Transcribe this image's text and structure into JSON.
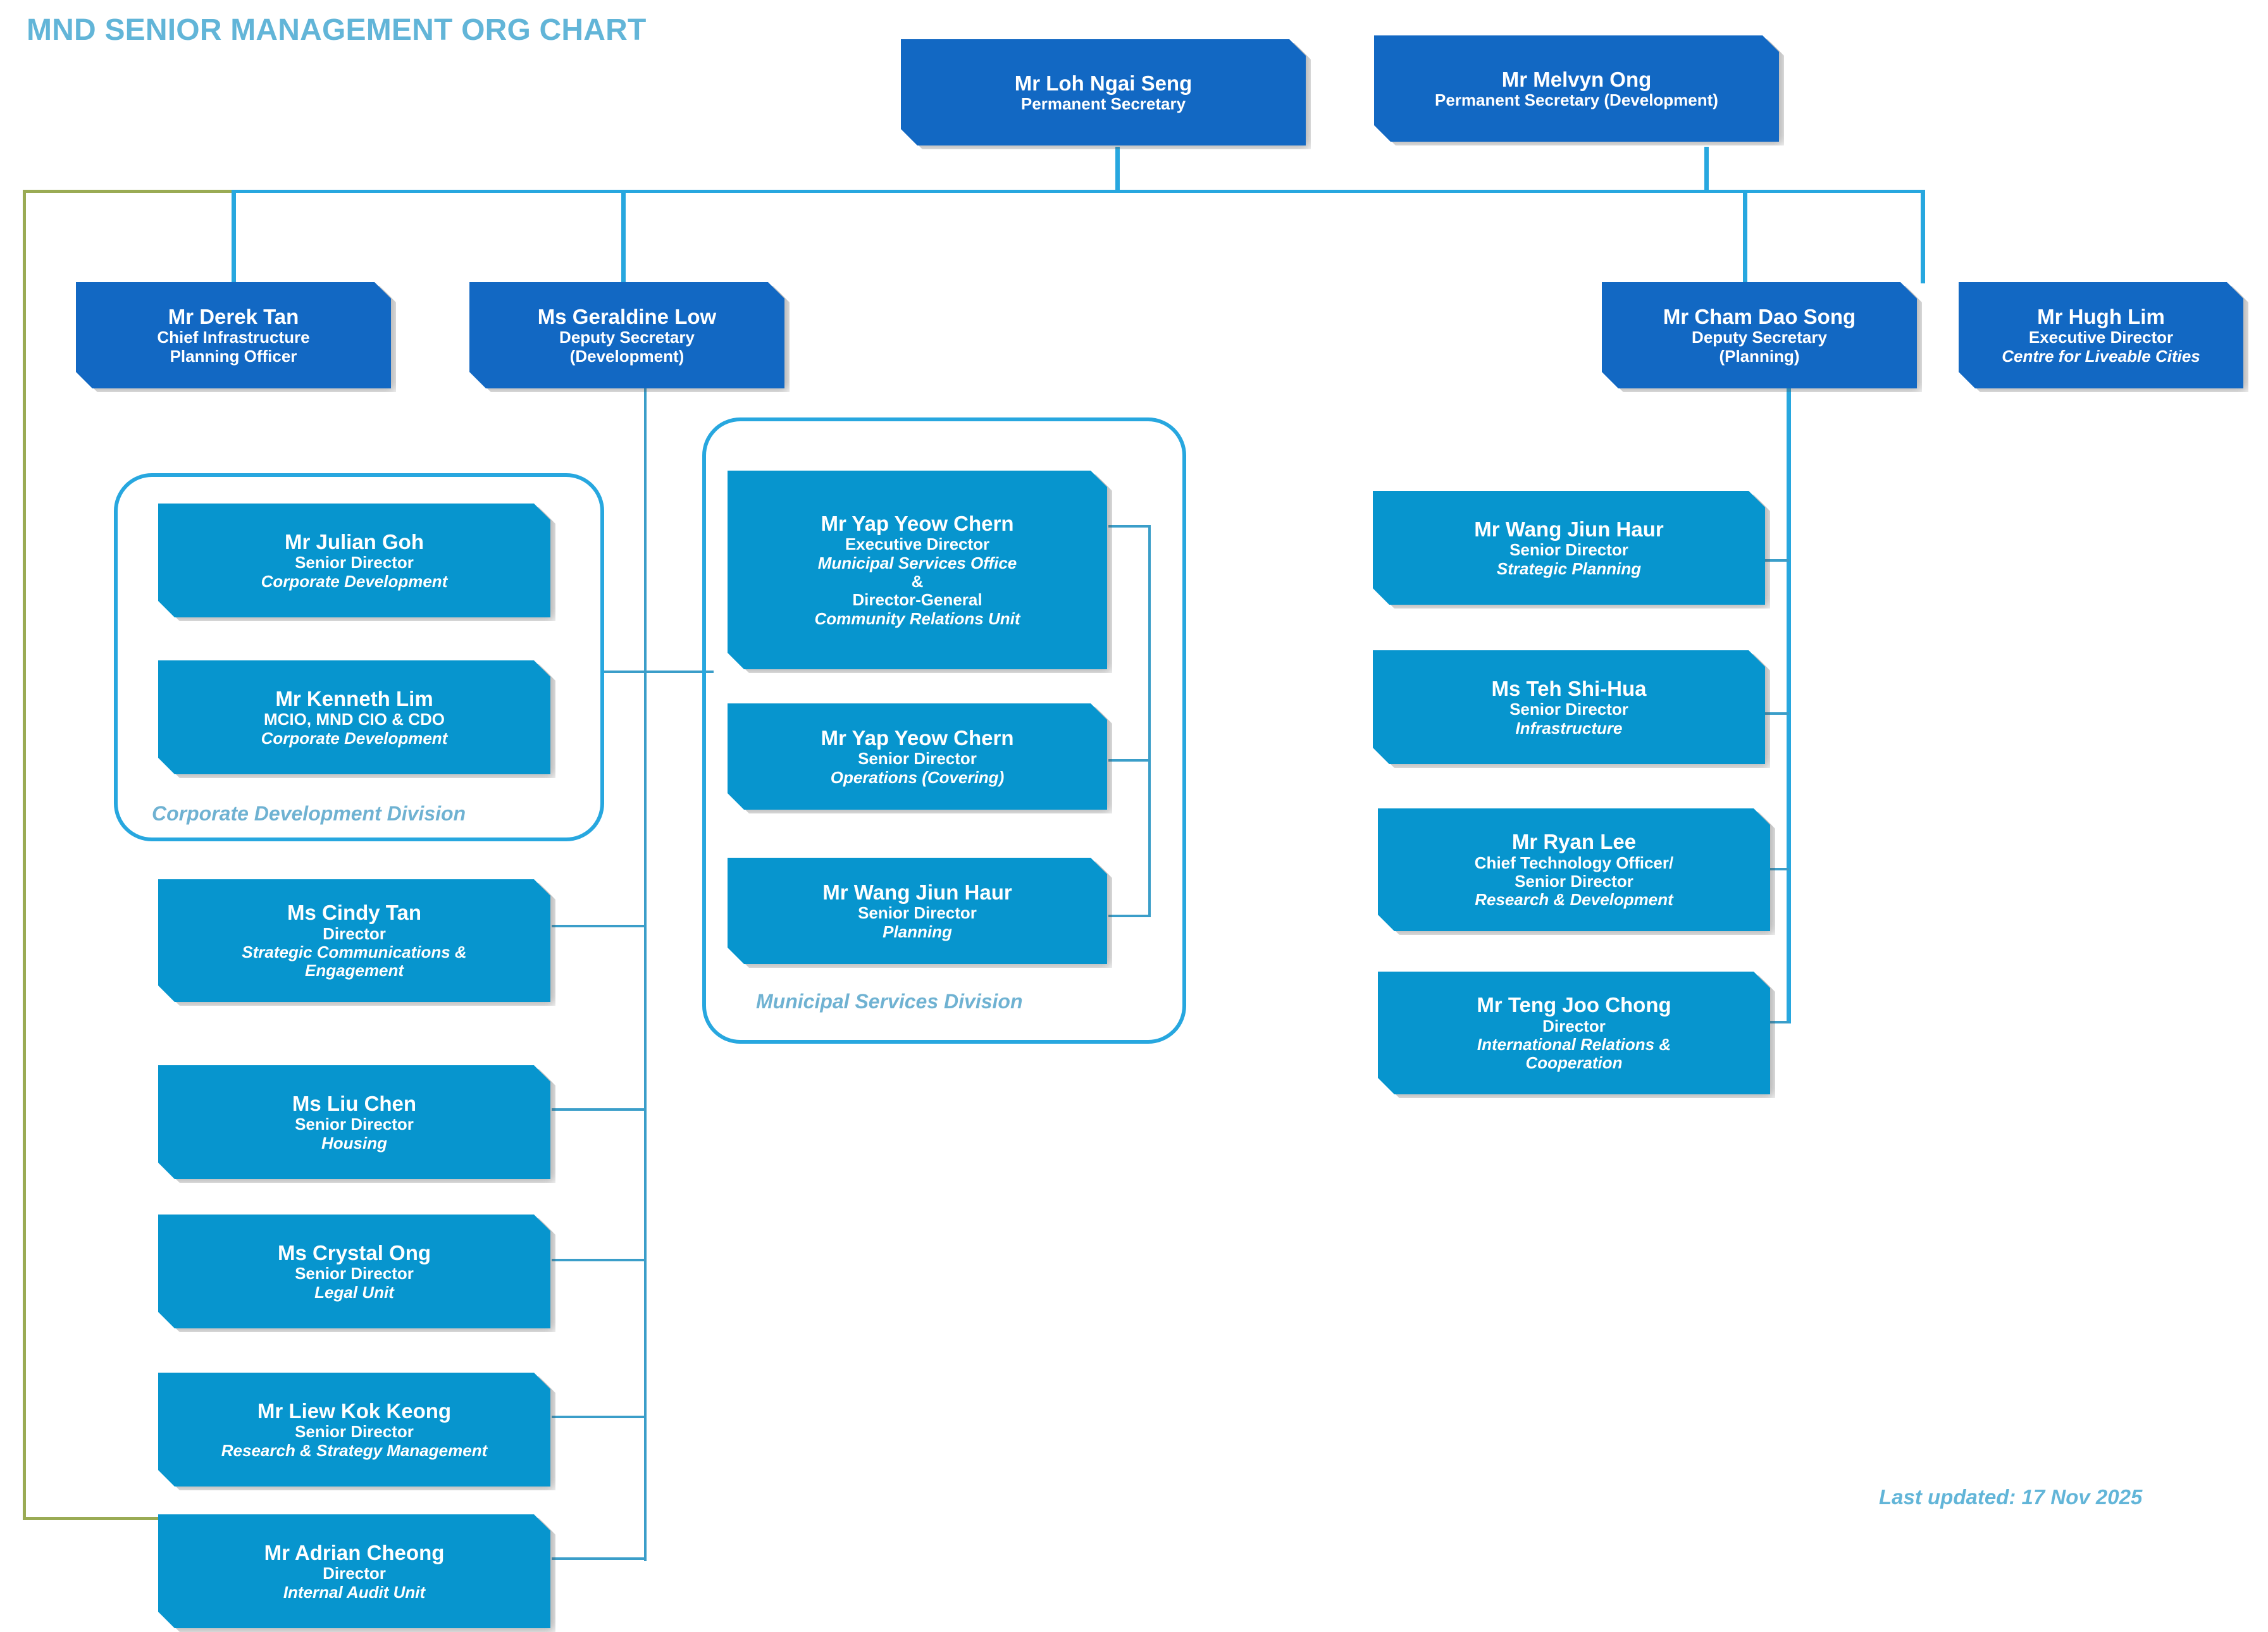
{
  "chart_data": {
    "type": "diagram",
    "title": "MND SENIOR MANAGEMENT ORG CHART",
    "last_updated": "Last updated: 17 Nov 2025",
    "colors": {
      "tier1_box": "#1268C3",
      "tier2_box": "#0795CE",
      "connector": "#3B9EC9",
      "division_border": "#27A7DF",
      "title_text": "#62B5D8",
      "division_label": "#6FB2D2",
      "frame_olive": "#9AAB54"
    },
    "nodes": [
      {
        "id": "loh",
        "name": "Mr Loh Ngai Seng",
        "role": "Permanent Secretary",
        "unit": "",
        "tier": 1
      },
      {
        "id": "melvyn",
        "name": "Mr Melvyn Ong",
        "role": "Permanent Secretary (Development)",
        "unit": "",
        "tier": 1
      },
      {
        "id": "derek",
        "name": "Mr Derek Tan",
        "role": "Chief Infrastructure\nPlanning Officer",
        "unit": "",
        "tier": 1
      },
      {
        "id": "geraldine",
        "name": "Ms Geraldine Low",
        "role": "Deputy Secretary\n(Development)",
        "unit": "",
        "tier": 1
      },
      {
        "id": "cham",
        "name": "Mr Cham Dao Song",
        "role": "Deputy Secretary\n(Planning)",
        "unit": "",
        "tier": 1
      },
      {
        "id": "hugh",
        "name": "Mr Hugh Lim",
        "role": "Executive Director",
        "unit": "Centre for Liveable Cities",
        "tier": 1
      },
      {
        "id": "julian",
        "name": "Mr Julian Goh",
        "role": "Senior Director",
        "unit": "Corporate Development",
        "tier": 2
      },
      {
        "id": "kenneth",
        "name": "Mr Kenneth Lim",
        "role": "MCIO, MND CIO & CDO",
        "unit": "Corporate Development",
        "tier": 2
      },
      {
        "id": "cindy",
        "name": "Ms Cindy Tan",
        "role": "Director",
        "unit": "Strategic Communications &\nEngagement",
        "tier": 2
      },
      {
        "id": "liu",
        "name": "Ms Liu Chen",
        "role": "Senior Director",
        "unit": "Housing",
        "tier": 2
      },
      {
        "id": "crystal",
        "name": "Ms Crystal Ong",
        "role": "Senior Director",
        "unit": "Legal Unit",
        "tier": 2
      },
      {
        "id": "liew",
        "name": "Mr Liew Kok Keong",
        "role": "Senior Director",
        "unit": "Research & Strategy Management",
        "tier": 2
      },
      {
        "id": "adrian",
        "name": "Mr Adrian Cheong",
        "role": "Director",
        "unit": "Internal Audit Unit",
        "tier": 2
      },
      {
        "id": "yap1",
        "name": "Mr Yap Yeow Chern",
        "role": "Executive Director",
        "unit": "Municipal Services Office",
        "role2": "Director-General",
        "unit2": "Community Relations Unit",
        "amp": "&",
        "tier": 2
      },
      {
        "id": "yap2",
        "name": "Mr Yap Yeow Chern",
        "role": "Senior Director",
        "unit": "Operations (Covering)",
        "tier": 2
      },
      {
        "id": "wang_msd",
        "name": "Mr Wang Jiun Haur",
        "role": "Senior Director",
        "unit": "Planning",
        "tier": 2
      },
      {
        "id": "wang_sp",
        "name": "Mr Wang Jiun Haur",
        "role": "Senior Director",
        "unit": "Strategic Planning",
        "tier": 2
      },
      {
        "id": "teh",
        "name": "Ms Teh Shi-Hua",
        "role": "Senior Director",
        "unit": "Infrastructure",
        "tier": 2
      },
      {
        "id": "ryan",
        "name": "Mr Ryan Lee",
        "role": "Chief Technology Officer/\nSenior Director",
        "unit": "Research & Development",
        "tier": 2
      },
      {
        "id": "teng",
        "name": "Mr Teng Joo Chong",
        "role": "Director",
        "unit": "International Relations &\nCooperation",
        "tier": 2
      }
    ],
    "divisions": [
      {
        "id": "cdd",
        "label": "Corporate Development Division",
        "members": [
          "julian",
          "kenneth"
        ]
      },
      {
        "id": "msd",
        "label": "Municipal Services Division",
        "members": [
          "yap1",
          "yap2",
          "wang_msd"
        ]
      }
    ],
    "edges": [
      {
        "from": "loh",
        "to": "derek"
      },
      {
        "from": "loh",
        "to": "geraldine"
      },
      {
        "from": "loh",
        "to": "adrian"
      },
      {
        "from": "melvyn",
        "to": "cham"
      },
      {
        "from": "melvyn",
        "to": "hugh"
      },
      {
        "from": "geraldine",
        "to": "cdd"
      },
      {
        "from": "geraldine",
        "to": "cindy"
      },
      {
        "from": "geraldine",
        "to": "liu"
      },
      {
        "from": "geraldine",
        "to": "crystal"
      },
      {
        "from": "geraldine",
        "to": "liew"
      },
      {
        "from": "geraldine",
        "to": "msd"
      },
      {
        "from": "cham",
        "to": "wang_sp"
      },
      {
        "from": "cham",
        "to": "teh"
      },
      {
        "from": "cham",
        "to": "ryan"
      },
      {
        "from": "cham",
        "to": "teng"
      }
    ]
  },
  "title": "MND SENIOR MANAGEMENT ORG CHART",
  "footer": {
    "last_updated": "Last updated: 17 Nov 2025"
  },
  "nodes": {
    "loh": {
      "name": "Mr Loh Ngai Seng",
      "role": "Permanent Secretary"
    },
    "melvyn": {
      "name": "Mr Melvyn Ong",
      "role": "Permanent Secretary (Development)"
    },
    "derek": {
      "name": "Mr Derek Tan",
      "role_l1": "Chief Infrastructure",
      "role_l2": "Planning Officer"
    },
    "geraldine": {
      "name": "Ms Geraldine Low",
      "role_l1": "Deputy Secretary",
      "role_l2": "(Development)"
    },
    "cham": {
      "name": "Mr Cham Dao Song",
      "role_l1": "Deputy Secretary",
      "role_l2": "(Planning)"
    },
    "hugh": {
      "name": "Mr Hugh Lim",
      "role": "Executive Director",
      "unit": "Centre for Liveable Cities"
    },
    "julian": {
      "name": "Mr Julian Goh",
      "role": "Senior Director",
      "unit": "Corporate Development"
    },
    "kenneth": {
      "name": "Mr Kenneth Lim",
      "role": "MCIO, MND CIO & CDO",
      "unit": "Corporate Development"
    },
    "cindy": {
      "name": "Ms Cindy Tan",
      "role": "Director",
      "unit_l1": "Strategic Communications &",
      "unit_l2": "Engagement"
    },
    "liu": {
      "name": "Ms Liu Chen",
      "role": "Senior Director",
      "unit": "Housing"
    },
    "crystal": {
      "name": "Ms Crystal Ong",
      "role": "Senior Director",
      "unit": "Legal Unit"
    },
    "liew": {
      "name": "Mr Liew Kok Keong",
      "role": "Senior Director",
      "unit": "Research & Strategy Management"
    },
    "adrian": {
      "name": "Mr Adrian Cheong",
      "role": "Director",
      "unit": "Internal Audit Unit"
    },
    "yap1": {
      "name": "Mr Yap Yeow Chern",
      "role": "Executive Director",
      "unit": "Municipal Services Office",
      "amp": "&",
      "role2": "Director-General",
      "unit2": "Community Relations Unit"
    },
    "yap2": {
      "name": "Mr Yap Yeow Chern",
      "role": "Senior Director",
      "unit": "Operations (Covering)"
    },
    "wang_msd": {
      "name": "Mr Wang Jiun Haur",
      "role": "Senior Director",
      "unit": "Planning"
    },
    "wang_sp": {
      "name": "Mr Wang Jiun Haur",
      "role": "Senior Director",
      "unit": "Strategic Planning"
    },
    "teh": {
      "name": "Ms Teh Shi-Hua",
      "role": "Senior Director",
      "unit": "Infrastructure"
    },
    "ryan": {
      "name": "Mr Ryan Lee",
      "role_l1": "Chief Technology Officer/",
      "role_l2": "Senior Director",
      "unit": "Research & Development"
    },
    "teng": {
      "name": "Mr Teng Joo Chong",
      "role": "Director",
      "unit_l1": "International Relations &",
      "unit_l2": "Cooperation"
    }
  },
  "divisions": {
    "cdd": {
      "label": "Corporate Development Division"
    },
    "msd": {
      "label": "Municipal Services Division"
    }
  }
}
